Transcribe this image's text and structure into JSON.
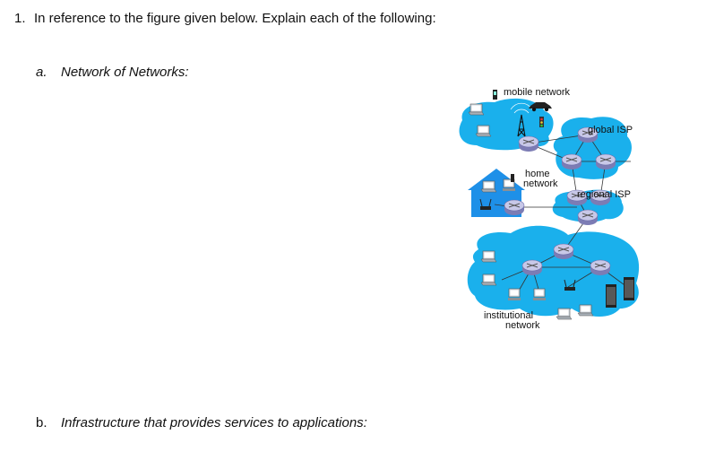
{
  "question": {
    "number": "1.",
    "prompt": "In reference to the figure given below. Explain each of the following:"
  },
  "parts": [
    {
      "letter": "a.",
      "text": "Network of Networks:"
    },
    {
      "letter": "b.",
      "text": "Infrastructure that provides services to applications:"
    }
  ],
  "figure": {
    "labels": {
      "mobile": "mobile network",
      "global": "global ISP",
      "home_1": "home",
      "home_2": "network",
      "regional": "regional ISP",
      "inst_1": "institutional",
      "inst_2": "network"
    },
    "colors": {
      "cloud": "#1ab0ec",
      "router_top": "#c8c8e8",
      "router_side": "#7c7cb4",
      "house": "#1e90e8"
    }
  }
}
